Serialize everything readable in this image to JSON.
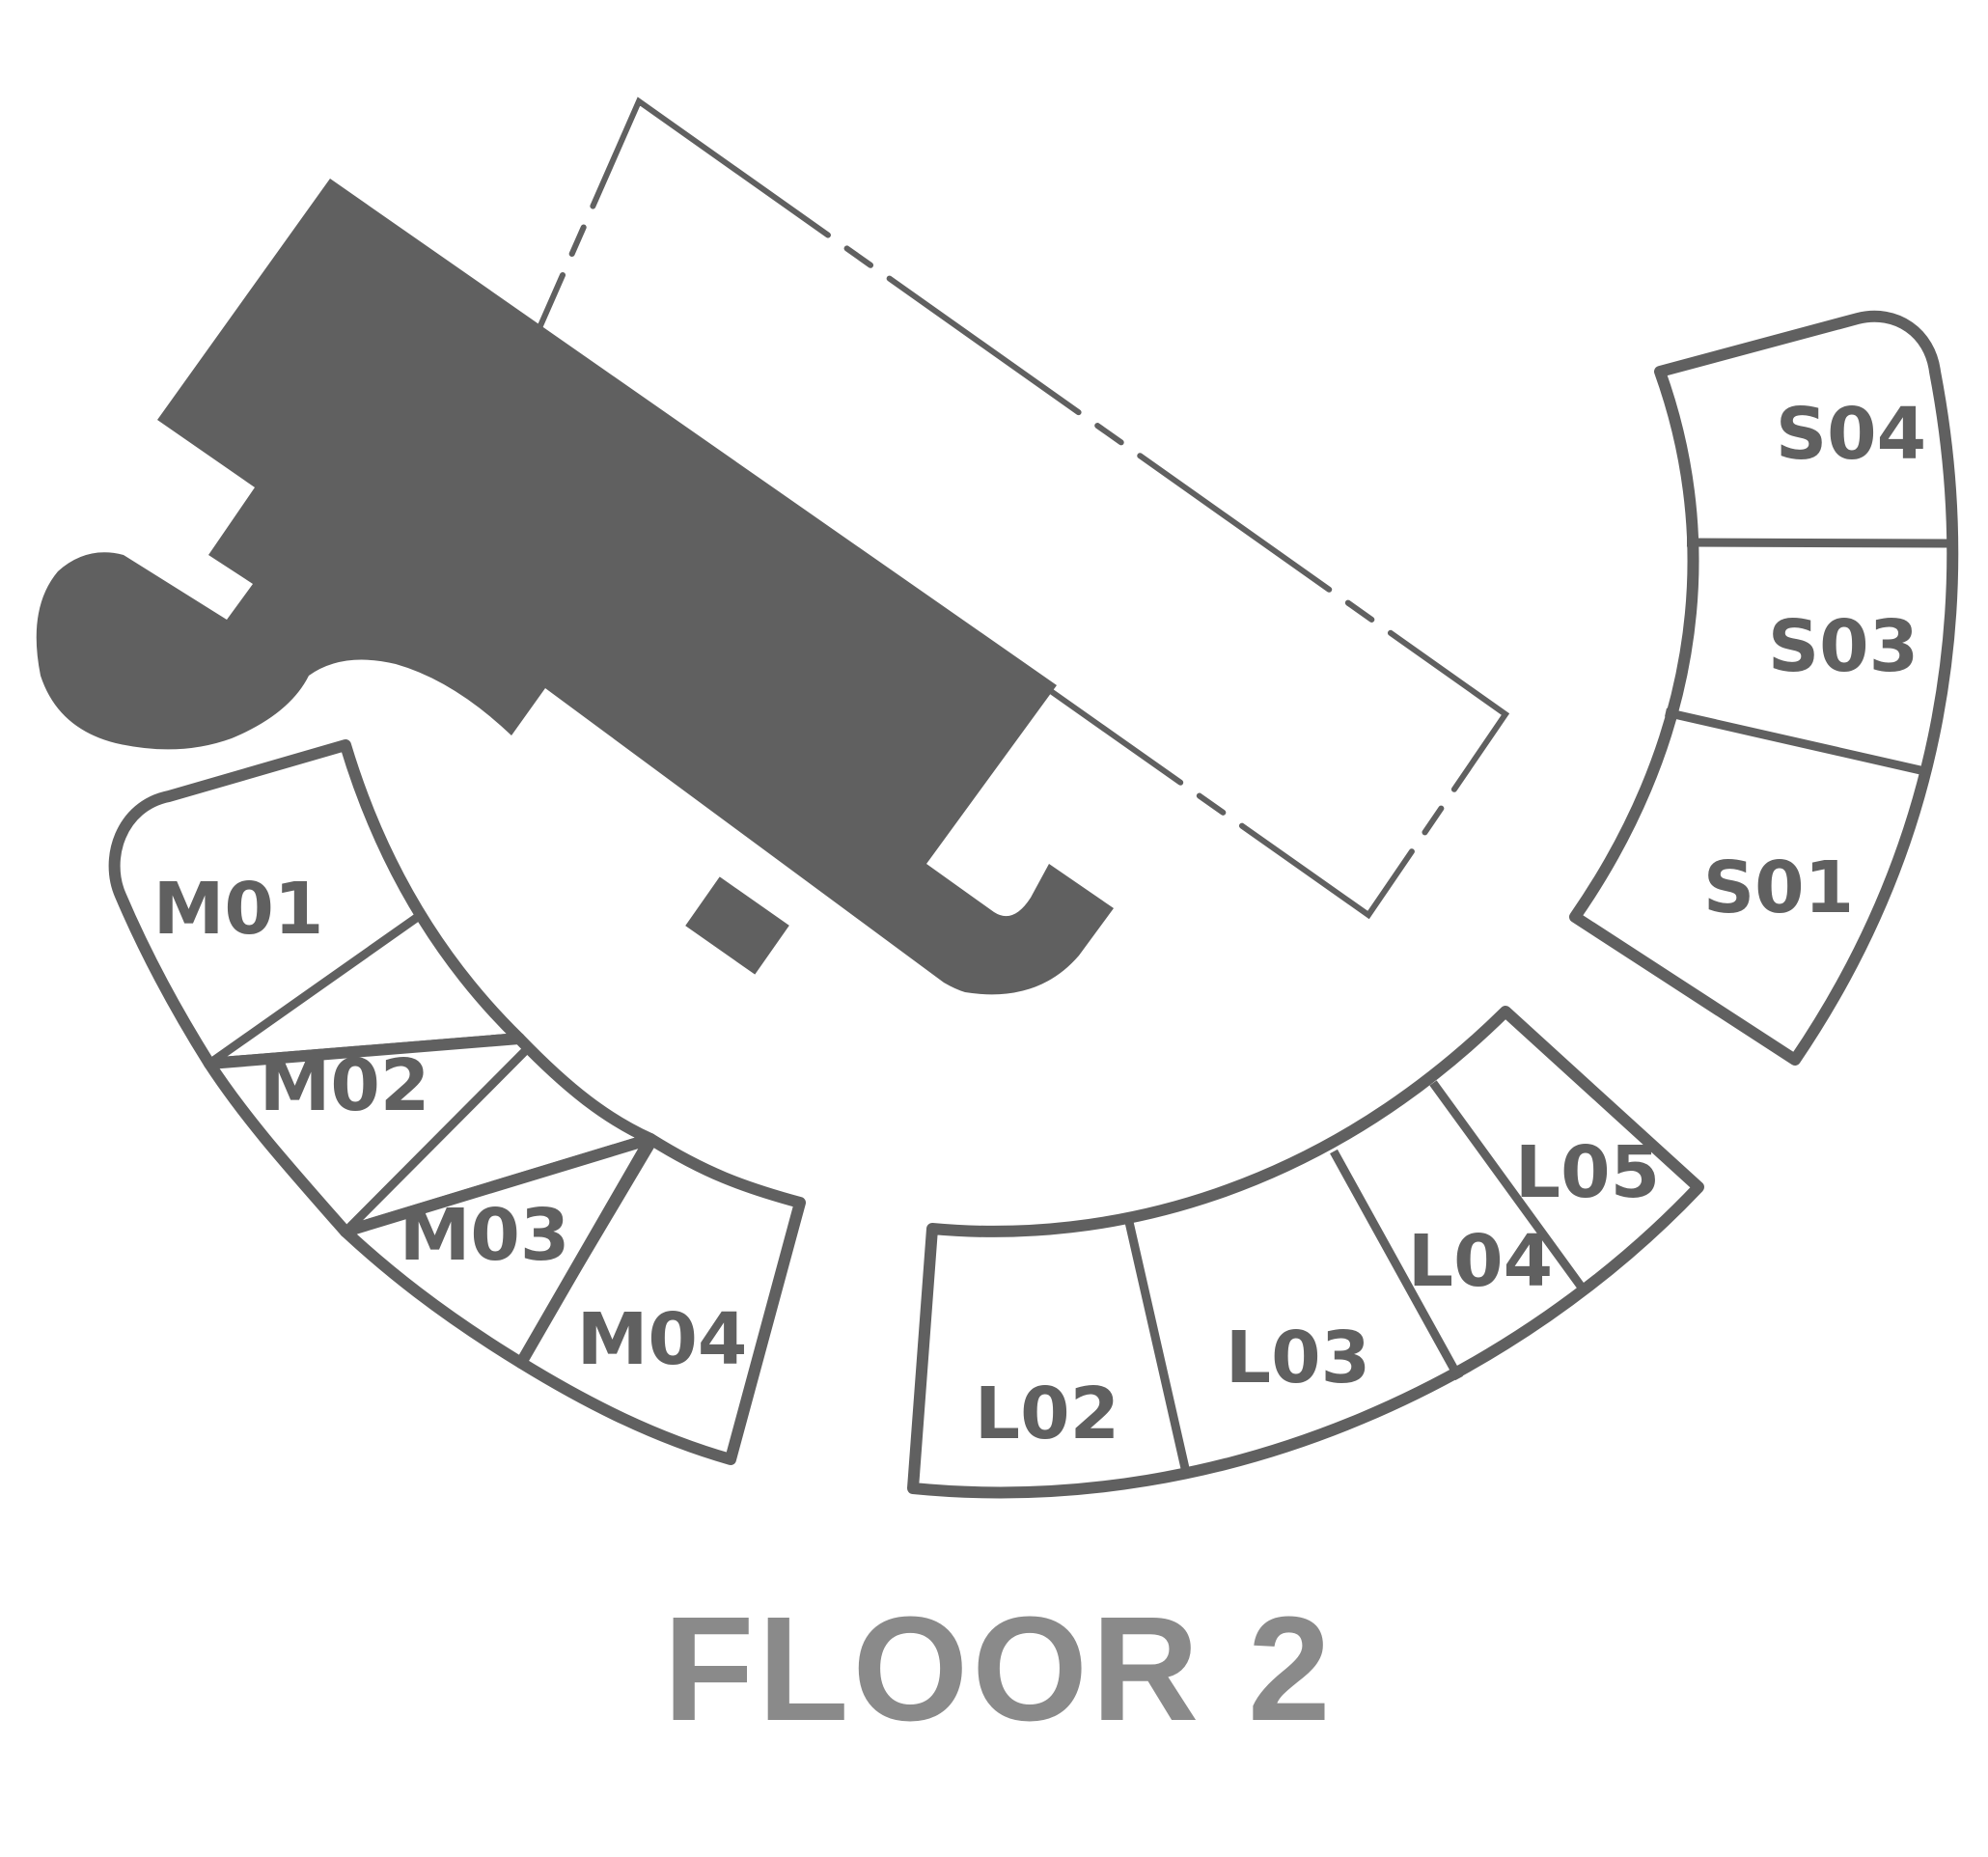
{
  "title": "FLOOR 2",
  "colors": {
    "outline": "#606060",
    "title": "#8a8a8a",
    "background": "#ffffff"
  },
  "units": {
    "m01": "M01",
    "m02": "M02",
    "m03": "M03",
    "m04": "M04",
    "l02": "L02",
    "l03": "L03",
    "l04": "L04",
    "l05": "L05",
    "s01": "S01",
    "s03": "S03",
    "s04": "S04"
  }
}
